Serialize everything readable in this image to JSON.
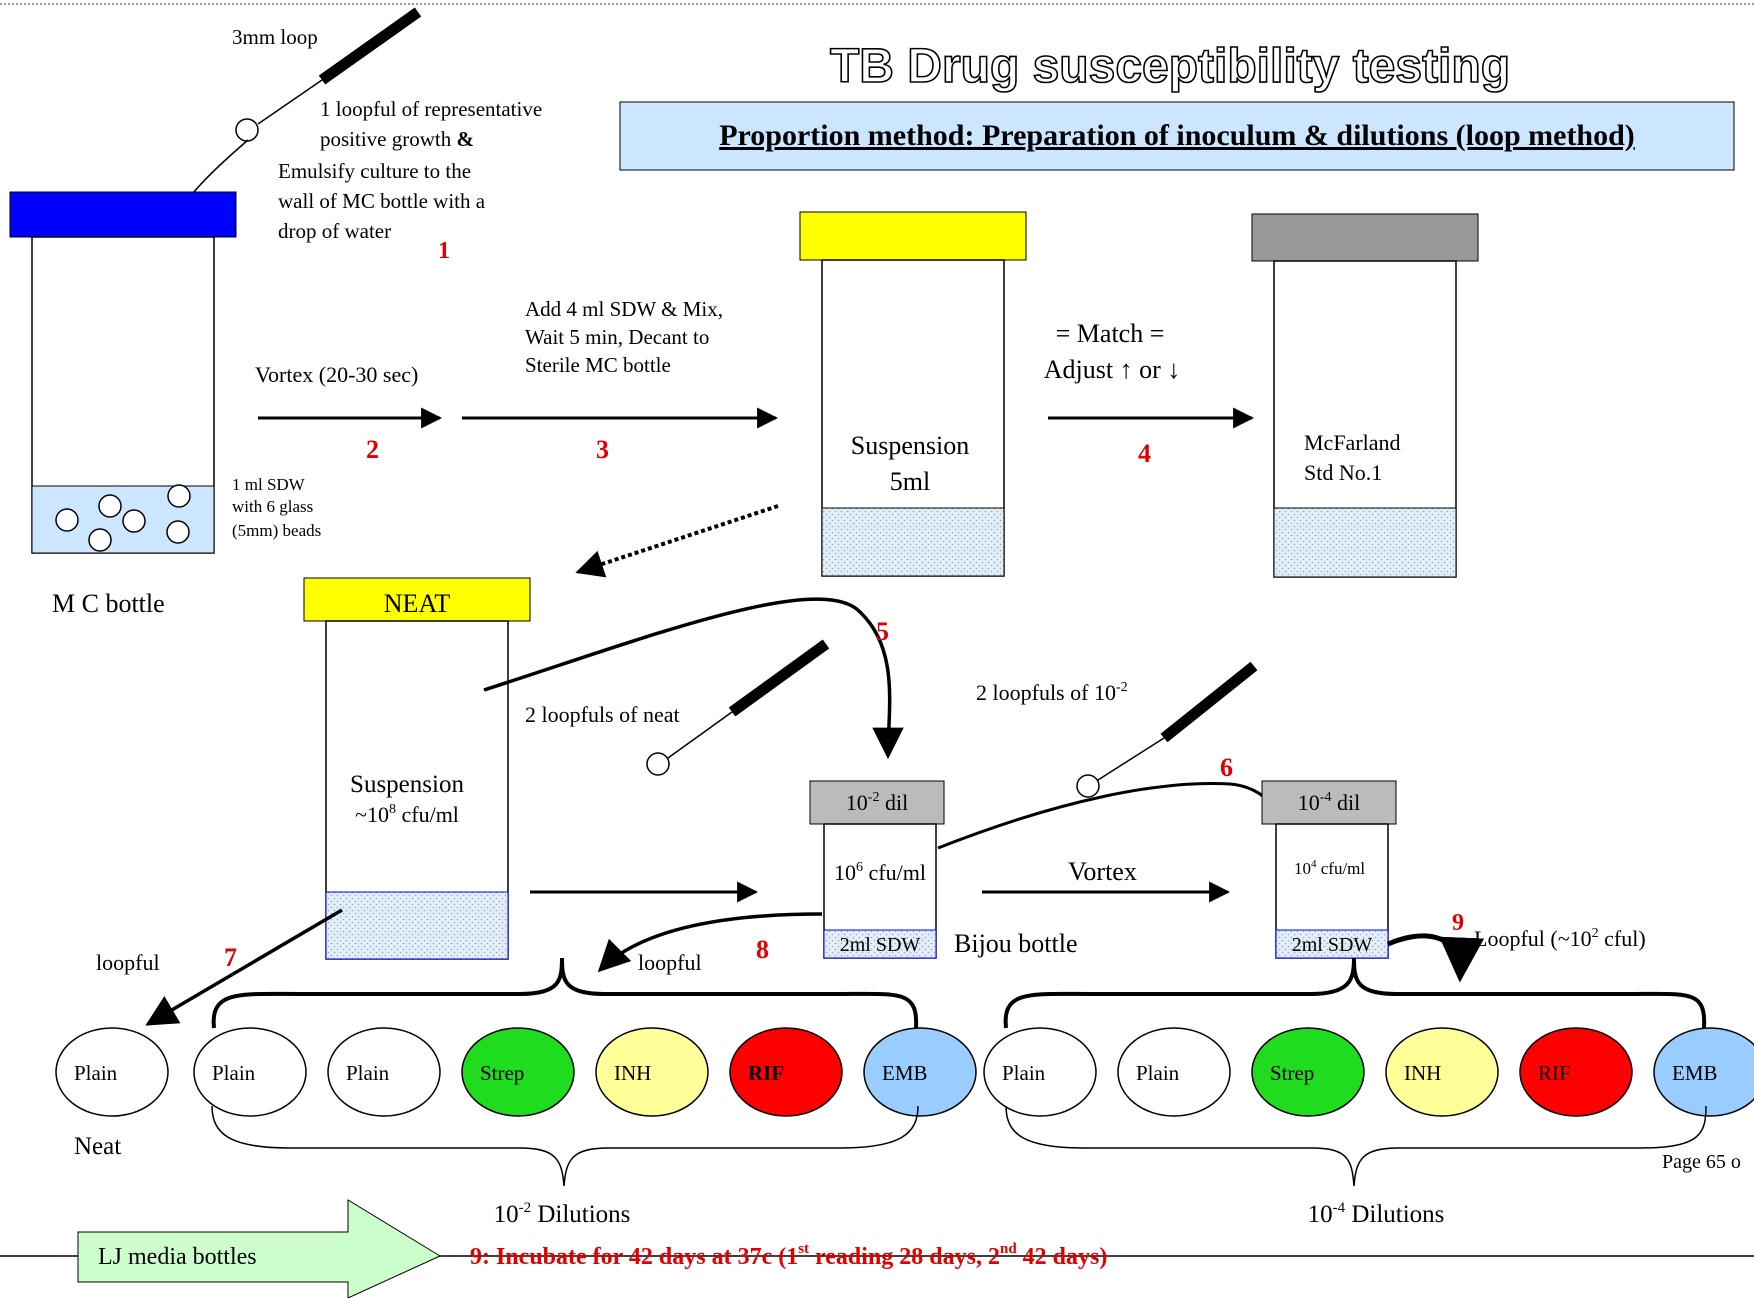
{
  "title": "TB Drug susceptibility testing",
  "subtitle": "Proportion method: Preparation of inoculum & dilutions (loop method)",
  "loop_top": {
    "label": "3mm loop",
    "instruction_1": "1 loopful of representative",
    "instruction_2": "positive growth",
    "instruction_amp": "&",
    "instruction_3": "Emulsify culture to the",
    "instruction_4": "wall of MC bottle with a",
    "instruction_5": "drop of water"
  },
  "steps": {
    "s1": "1",
    "s2": "2",
    "s3": "3",
    "s4": "4",
    "s5": "5",
    "s6": "6",
    "s7": "7",
    "s8": "8",
    "s9": "9"
  },
  "mc_bottle": {
    "label": "M C bottle",
    "note_1": "1 ml SDW",
    "note_2": "with 6 glass",
    "note_3": "(5mm) beads"
  },
  "step2": {
    "text": "Vortex (20-30 sec)"
  },
  "step3": {
    "line1": "Add 4 ml SDW & Mix,",
    "line2": "Wait 5 min, Decant to",
    "line3": "Sterile MC bottle"
  },
  "suspension_bottle": {
    "line1": "Suspension",
    "line2": "5ml"
  },
  "step4": {
    "line1": "= Match =",
    "line2": "Adjust ↑ or ↓"
  },
  "mcfarland": {
    "line1": "McFarland",
    "line2": "Std No.1"
  },
  "neat_bottle": {
    "cap": "NEAT",
    "line1": "Suspension",
    "line2_prefix": "~10",
    "line2_sup": "8",
    "line2_suffix": " cfu/ml"
  },
  "loop_neat": {
    "label": "2 loopfuls of neat"
  },
  "loop_dil2": {
    "prefix": "2 loopfuls of 10",
    "sup": "-2"
  },
  "bijou1": {
    "cap_prefix": "10",
    "cap_sup": "-2",
    "cap_suffix": " dil",
    "conc_prefix": "10",
    "conc_sup": "6",
    "conc_suffix": " cfu/ml",
    "sdw": "2ml SDW"
  },
  "bijou_label": "Bijou bottle",
  "vortex2": "Vortex",
  "bijou2": {
    "cap_prefix": "10",
    "cap_sup": "-4",
    "cap_suffix": " dil",
    "conc_prefix": "10",
    "conc_sup": "4",
    "conc_suffix": " cfu/ml",
    "sdw": "2ml SDW"
  },
  "loopful_7": "loopful",
  "loopful_8": "loopful",
  "loopful_9": {
    "prefix": "Loopful (~10",
    "sup": "2",
    "suffix": " cful)"
  },
  "neat_plate": {
    "label": "Plain",
    "caption": "Neat"
  },
  "group1": {
    "plates": [
      {
        "label": "Plain",
        "color": "#ffffff",
        "bold": false
      },
      {
        "label": "Plain",
        "color": "#ffffff",
        "bold": false
      },
      {
        "label": "Strep",
        "color": "#1fdc1f",
        "bold": false
      },
      {
        "label": "INH",
        "color": "#ffff99",
        "bold": false
      },
      {
        "label": "RIF",
        "color": "#ff0000",
        "bold": true
      },
      {
        "label": "EMB",
        "color": "#99ccff",
        "bold": false
      }
    ],
    "caption_prefix": "10",
    "caption_sup": "-2",
    "caption_suffix": " Dilutions"
  },
  "group2": {
    "plates": [
      {
        "label": "Plain",
        "color": "#ffffff",
        "bold": false
      },
      {
        "label": "Plain",
        "color": "#ffffff",
        "bold": false
      },
      {
        "label": "Strep",
        "color": "#1fdc1f",
        "bold": false
      },
      {
        "label": "INH",
        "color": "#ffff99",
        "bold": false
      },
      {
        "label": "RIF",
        "color": "#ff0000",
        "bold": false
      },
      {
        "label": "EMB",
        "color": "#99ccff",
        "bold": false
      }
    ],
    "caption_prefix": "10",
    "caption_sup": "-4",
    "caption_suffix": " Dilutions"
  },
  "page_number": "Page 65 o",
  "lj_media": "LJ media bottles",
  "incubate": {
    "p1": "9:  Incubate for 42 days at 37c (1",
    "sup1": "st",
    "p2": " reading 28 days, 2",
    "sup2": "nd",
    "p3": " 42 days)"
  },
  "colors": {
    "blue_cap": "#0000ff",
    "yellow_cap": "#ffff00",
    "grey_cap": "#999999",
    "liquid": "#cce6ff",
    "subtitle_box": "#cce6ff",
    "arrow_fill": "#ccffcc",
    "step_red": "#e00000"
  }
}
